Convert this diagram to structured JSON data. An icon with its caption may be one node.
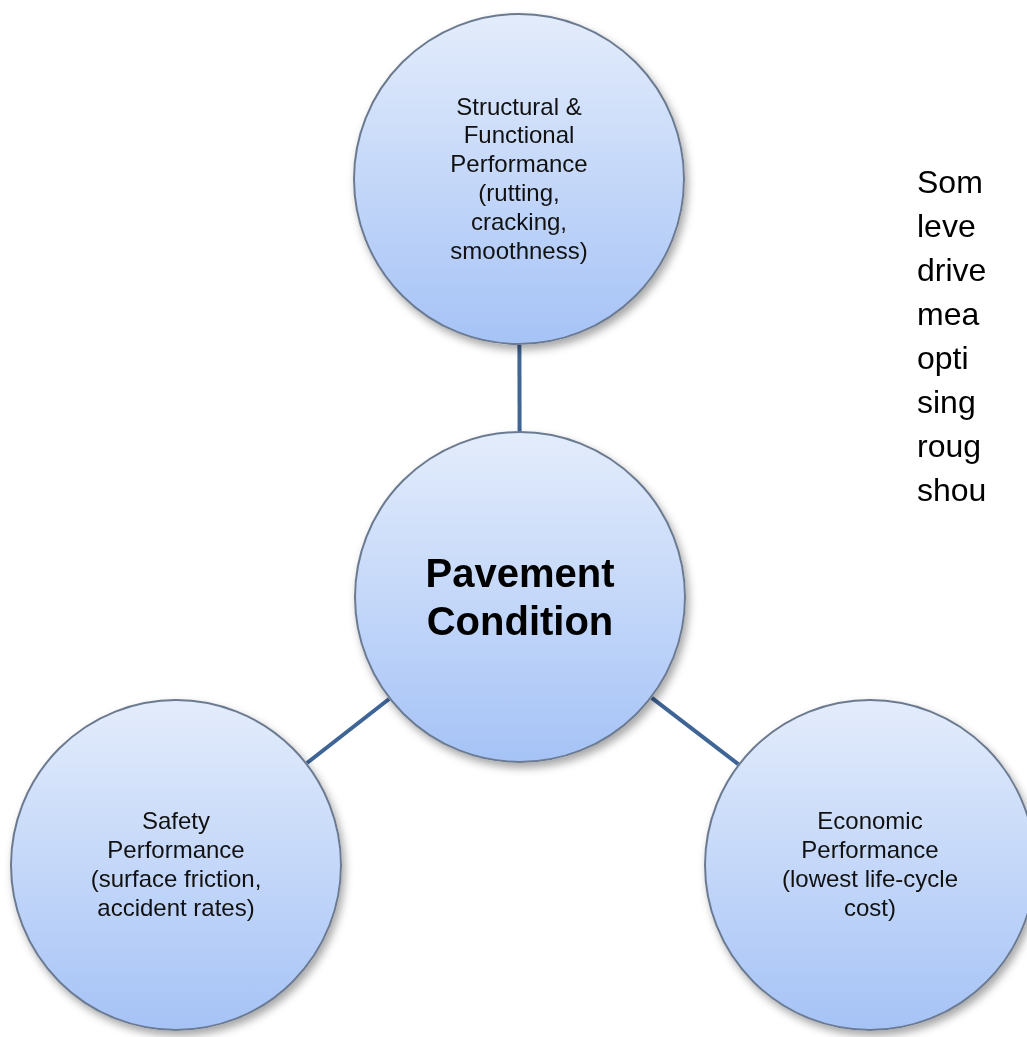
{
  "diagram": {
    "nodes": [
      {
        "text": [
          "Structural & Functional Performance (rutting, cracking, smoothness)"
        ]
      },
      {
        "text": [
          "Pavement Condition"
        ]
      },
      {
        "text": [
          "Safety Performance (surface friction, accident rates)"
        ]
      },
      {
        "text": [
          "Economic Performance (lowest life-cycle cost)"
        ]
      }
    ],
    "edges": [
      {
        "from": 0,
        "to": 1,
        "arrow": "none"
      },
      {
        "from": 1,
        "to": 2,
        "arrow": "none"
      },
      {
        "from": 1,
        "to": 3,
        "arrow": "none"
      }
    ],
    "labels": [
      "Som leve drive mea opti sing roug shou"
    ]
  }
}
